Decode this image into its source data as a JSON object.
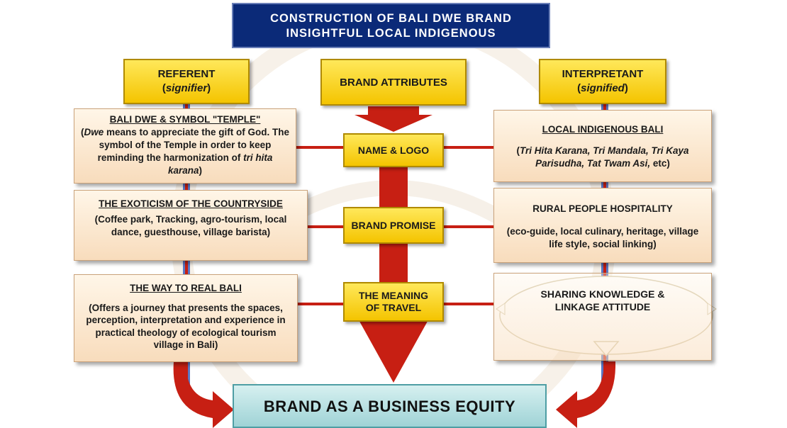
{
  "title": {
    "line1": "CONSTRUCTION OF BALI DWE BRAND",
    "line2": "INSIGHTFUL  LOCAL INDIGENOUS"
  },
  "referent": {
    "label": "REFERENT",
    "sub": "signifier"
  },
  "brand_attributes": {
    "label": "BRAND ATTRIBUTES"
  },
  "interpretant": {
    "label": "INTERPRETANT",
    "sub": "signified"
  },
  "center": {
    "name_logo": "NAME & LOGO",
    "brand_promise": "BRAND PROMISE",
    "meaning_line1": "THE MEANING",
    "meaning_line2": "OF TRAVEL"
  },
  "left": {
    "box1": {
      "heading": "BALI DWE & SYMBOL \"TEMPLE\"",
      "paren_open": "(",
      "italic_word": "Dwe",
      "body_a": " means to appreciate the gift of God. The symbol of the Temple in order to keep reminding the harmonization of ",
      "italic_tail": "tri hita karana",
      "paren_close": ")"
    },
    "box2": {
      "heading": "THE EXOTICISM OF THE COUNTRYSIDE",
      "body": "(Coffee park, Tracking,  agro-tourism, local dance, guesthouse, village barista)"
    },
    "box3": {
      "heading": "THE WAY TO REAL BALI",
      "body": "(Offers a journey that presents the spaces, perception, interpretation and experience in practical theology of ecological tourism village in Bali)"
    }
  },
  "right": {
    "box1": {
      "heading": "LOCAL INDIGENOUS BALI",
      "paren_open": "(",
      "italic_body": "Tri Hita Karana, Tri Mandala, Tri Kaya Parisudha, Tat Twam Asi,",
      "tail": " etc)"
    },
    "box2": {
      "heading": "RURAL PEOPLE HOSPITALITY",
      "body": "(eco-guide, local culinary, heritage, village life style, social linking)"
    },
    "box3": {
      "heading_line1": "SHARING KNOWLEDGE &",
      "heading_line2": "LINKAGE ATTITUDE"
    }
  },
  "equity": {
    "label": "BRAND AS A BUSINESS EQUITY"
  },
  "colors": {
    "title_bg": "#0b2a78",
    "gold": "#f4c400",
    "arrow_red": "#c71f13",
    "connector_blue": "#5a78c4",
    "peach": "#f8dcbc",
    "equity_bg": "#9fd3d6"
  }
}
